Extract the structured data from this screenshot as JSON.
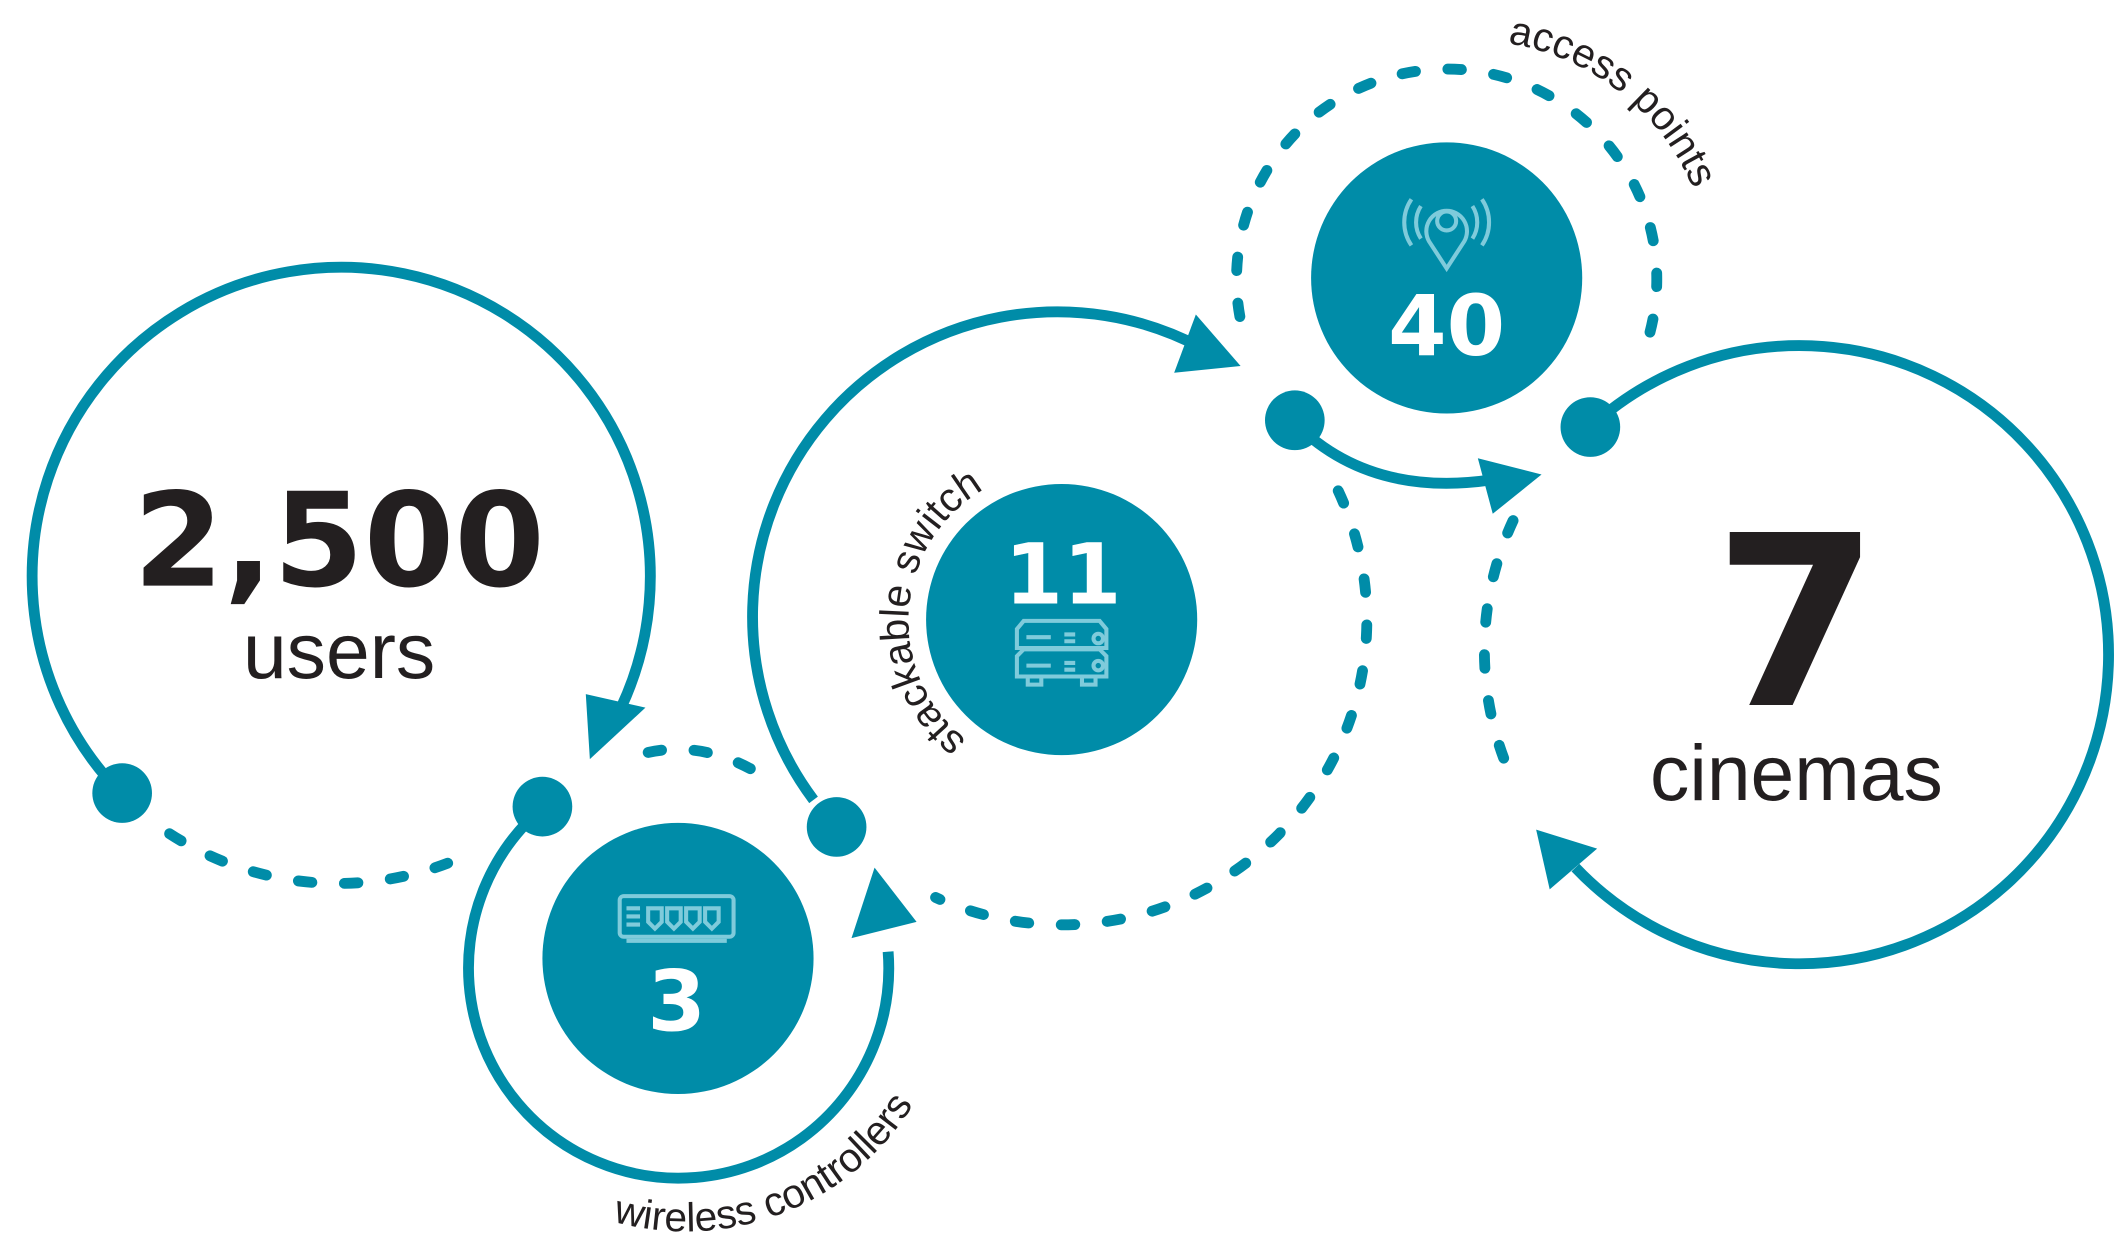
{
  "colors": {
    "accent": "#008ca8",
    "text": "#231f20",
    "icon": "#7fcbdb"
  },
  "stats": {
    "users": {
      "value": "2,500",
      "label": "users"
    },
    "wireless_controllers": {
      "value": "3",
      "label": "wireless controllers",
      "icon": "controller-icon"
    },
    "stackable_switches": {
      "value": "11",
      "label": "stackable switches",
      "icon": "server-stack-icon"
    },
    "access_points": {
      "value": "40",
      "label": "access points",
      "icon": "location-signal-icon"
    },
    "cinemas": {
      "value": "7",
      "label": "cinemas"
    }
  }
}
